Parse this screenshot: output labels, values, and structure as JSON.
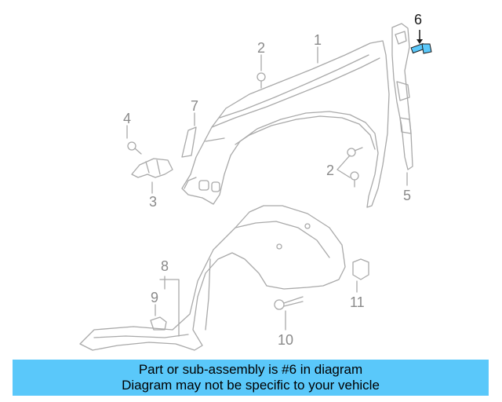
{
  "colors": {
    "line": "#a9a9a9",
    "highlight_part": "#5ac8fa",
    "banner_bg": "#5ac8fa",
    "text": "#000000",
    "callout_text": "#8a8a8a"
  },
  "callouts": {
    "c1": "1",
    "c2a": "2",
    "c2b": "2",
    "c3": "3",
    "c4": "4",
    "c5": "5",
    "c6": "6",
    "c7": "7",
    "c8": "8",
    "c9": "9",
    "c10": "10",
    "c11": "11"
  },
  "highlighted_part": "6",
  "banner": {
    "line1": "Part or sub-assembly is #6 in diagram",
    "line2": "Diagram may not be specific to your vehicle"
  }
}
